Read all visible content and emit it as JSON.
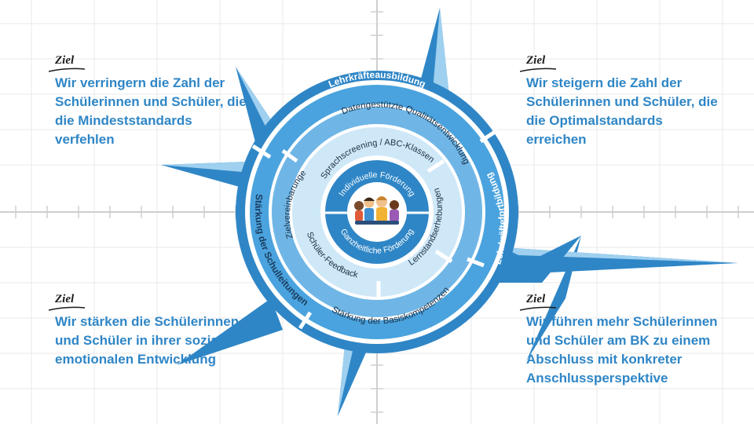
{
  "goals": [
    {
      "tag": "Ziel",
      "text": "Wir verringern die Zahl der Schülerinnen und Schüler, die die Mindeststandards verfehlen"
    },
    {
      "tag": "Ziel",
      "text": "Wir steigern die Zahl der Schülerinnen und Schüler, die die Optimalstandards erreichen"
    },
    {
      "tag": "Ziel",
      "text": "Wir stärken die Schülerinnen und Schüler in ihrer sozial-emotionalen Entwicklung"
    },
    {
      "tag": "Ziel",
      "text": "Wir führen mehr Schülerinnen und Schüler am BK zu einem Abschluss mit konkreter Anschlussperspektive"
    }
  ],
  "rings": {
    "outer": {
      "top": "Lehrkräfteausbildung",
      "right": "Lehrkräftefortbildung",
      "left": "Stärkung der Schulleitungen"
    },
    "middle": {
      "top": "Datengestützte Qualitätsentwicklung",
      "bottom": "Stärkung der Basiskompetenzen"
    },
    "inner": {
      "top": "Sprachscreening / ABC-Klassen",
      "right": "Lernstandserhebungen",
      "bottom": "Schüler-Feedback",
      "left": "Zielvereinbarungen"
    },
    "core": {
      "top": "Individuelle Förderung",
      "bottom": "Ganzheitliche Förderung"
    }
  },
  "colors": {
    "dark_blue": "#2f86c6",
    "mid_blue": "#4aa3de",
    "light_blue": "#9fd0ef",
    "pale_blue": "#cfe8f8",
    "goal_text": "#2f86c6",
    "grid": "#e6e6e6"
  },
  "icons": {
    "center": "children-group-icon"
  }
}
